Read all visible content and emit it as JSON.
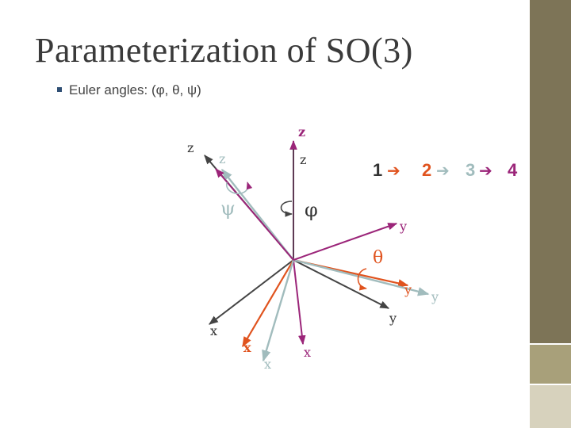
{
  "slide": {
    "title": "Parameterization of SO(3)",
    "bullet": "Euler angles: (φ, θ, ψ)"
  },
  "colors": {
    "original_frame": "#444444",
    "step_2_frame": "#e0531e",
    "step_3_frame": "#a1bcbd",
    "step_4_frame": "#9b2579",
    "sidebar_top": "#7d7457",
    "sidebar_mid": "#a8a07a",
    "sidebar_bottom": "#d7d2bd"
  },
  "sequence": {
    "step1": "1",
    "step2": "2",
    "step3": "3",
    "step4": "4",
    "arrow": "➔"
  },
  "axes": {
    "z_top": "z",
    "z_original": "z",
    "z_rotated": "z",
    "z_final": "z",
    "y_right": "y",
    "y_lower": "y",
    "y_red": "y",
    "y_teal": "y",
    "x_dark_left": "x",
    "x_red": "x",
    "x_teal": "x",
    "x_dark_right": "x"
  },
  "angles": {
    "phi": "φ",
    "theta": "θ",
    "psi": "ψ"
  }
}
